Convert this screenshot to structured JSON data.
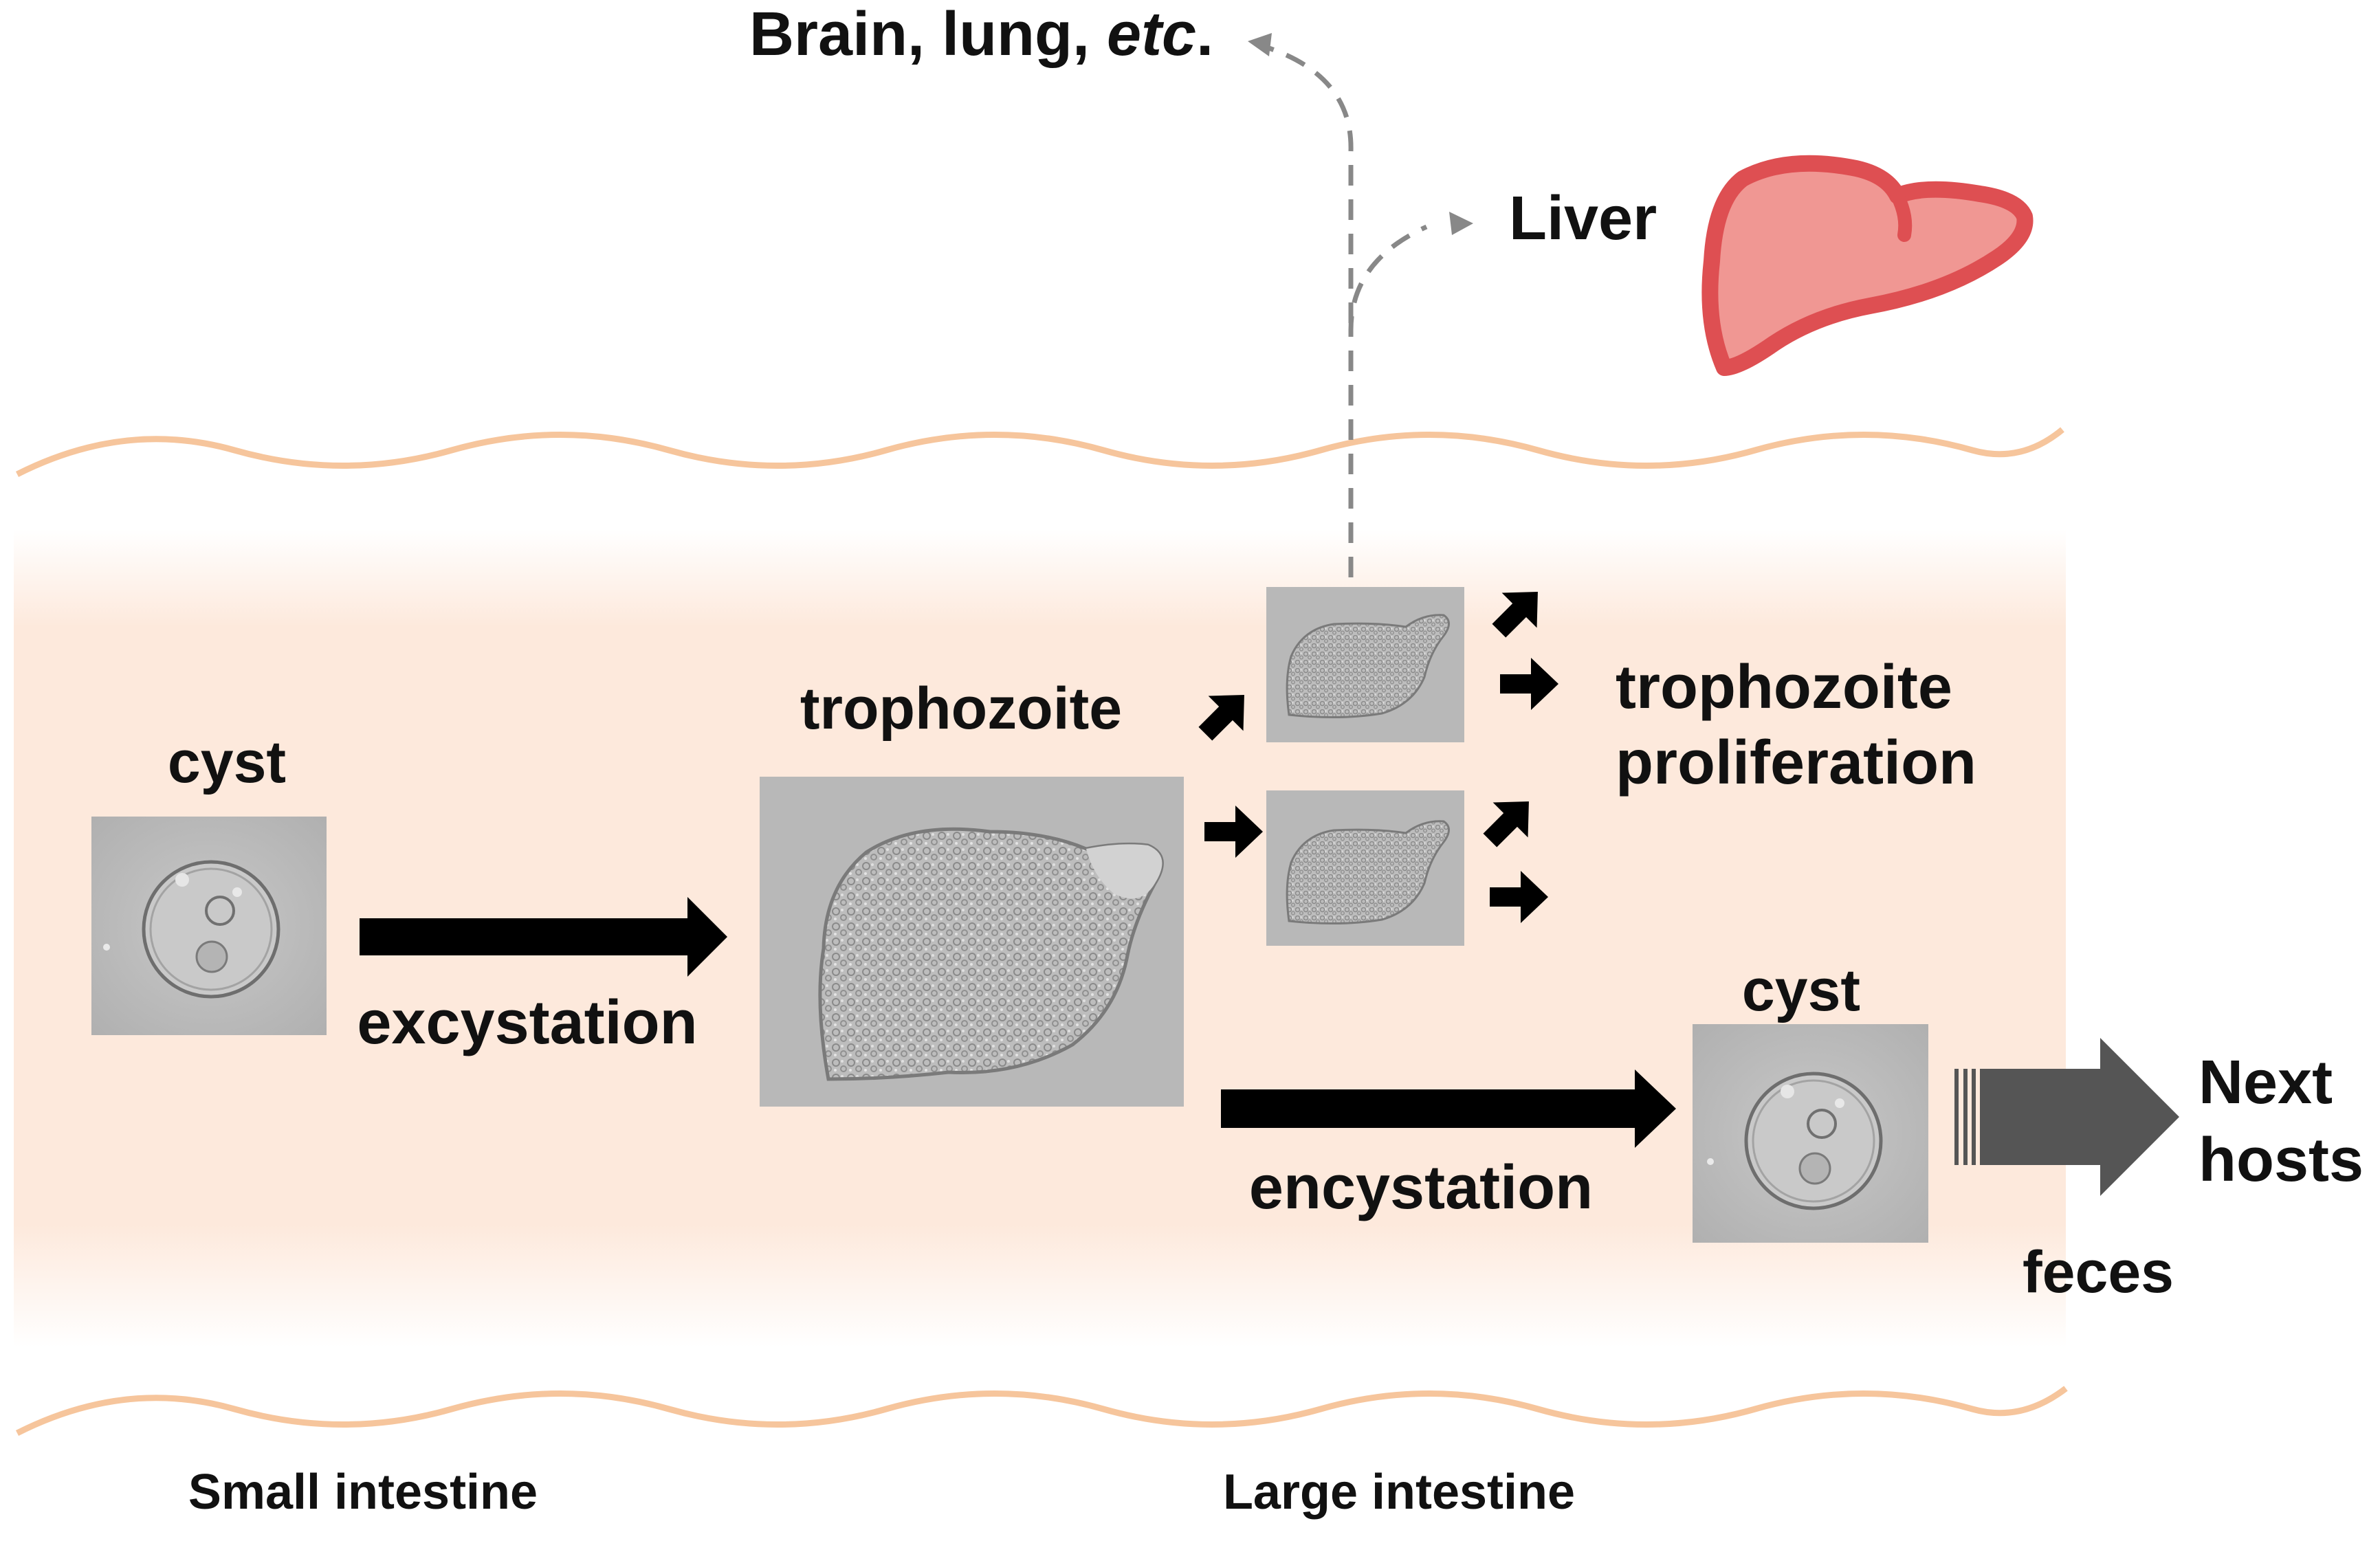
{
  "labels": {
    "cyst_left": "cyst",
    "excystation": "excystation",
    "trophozoite": "trophozoite",
    "proliferation_line1": "trophozoite",
    "proliferation_line2": "proliferation",
    "cyst_right": "cyst",
    "encystation": "encystation",
    "next_line1": "Next",
    "next_line2": "hosts",
    "feces": "feces",
    "brain_main": "Brain, lung, ",
    "brain_etc": "etc",
    "brain_dot": ".",
    "liver": "Liver",
    "small_intestine": "Small intestine",
    "large_intestine": "Large intestine"
  },
  "colors": {
    "lumen": "#fde9dc",
    "wave": "#f6c59c",
    "liver_fill": "#f09793",
    "liver_stroke": "#de4f52",
    "dash": "#888888",
    "arrow": "#000000",
    "feces_arrow": "#555555",
    "micrograph": "#b9b9b9"
  },
  "icons": {
    "organ": "liver-icon",
    "cell": "micrograph-cell-icon"
  }
}
